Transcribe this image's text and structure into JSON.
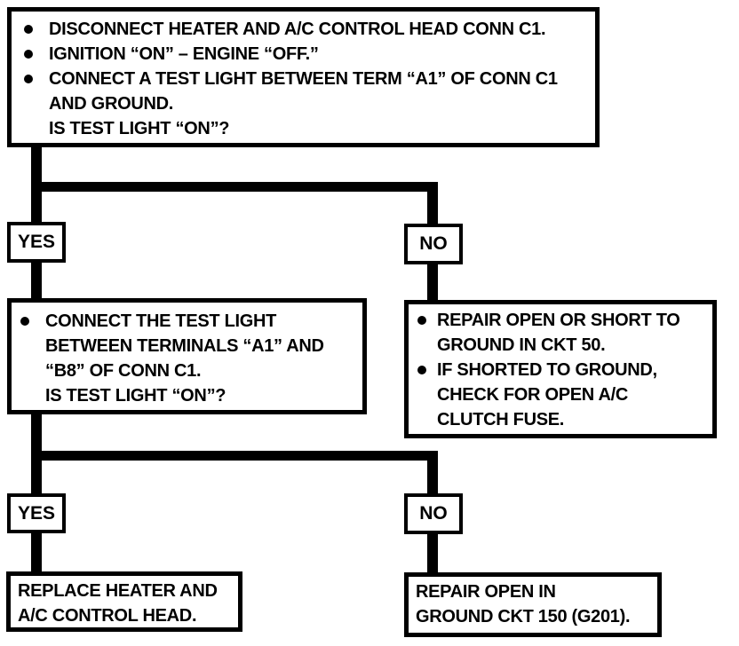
{
  "page": {
    "background": "#ffffff",
    "ink": "#000000"
  },
  "flowchart": {
    "step1": {
      "lines": [
        {
          "bullet": true,
          "text": "DISCONNECT HEATER AND A/C CONTROL HEAD CONN C1."
        },
        {
          "bullet": true,
          "text": "IGNITION “ON” – ENGINE “OFF.”"
        },
        {
          "bullet": true,
          "text": "CONNECT A TEST LIGHT BETWEEN TERM “A1” OF CONN C1"
        },
        {
          "bullet": false,
          "text": "AND GROUND."
        },
        {
          "bullet": false,
          "text": "IS TEST LIGHT “ON”?"
        }
      ]
    },
    "branch1": {
      "yes": "YES",
      "no": "NO"
    },
    "step2": {
      "lines": [
        {
          "bullet": true,
          "text": "CONNECT THE TEST LIGHT"
        },
        {
          "bullet": false,
          "text": "BETWEEN TERMINALS “A1” AND"
        },
        {
          "bullet": false,
          "text": "“B8” OF CONN C1."
        },
        {
          "bullet": false,
          "text": "IS TEST LIGHT “ON”?"
        }
      ]
    },
    "repair_open_short": {
      "lines": [
        {
          "bullet": true,
          "text": "REPAIR OPEN OR SHORT TO"
        },
        {
          "bullet": false,
          "text": "GROUND IN CKT 50."
        },
        {
          "bullet": true,
          "text": "IF SHORTED TO GROUND,"
        },
        {
          "bullet": false,
          "text": "CHECK FOR OPEN A/C"
        },
        {
          "bullet": false,
          "text": "CLUTCH FUSE."
        }
      ]
    },
    "branch2": {
      "yes": "YES",
      "no": "NO"
    },
    "replace_head": {
      "lines": [
        {
          "bullet": false,
          "text": "REPLACE HEATER AND"
        },
        {
          "bullet": false,
          "text": "A/C CONTROL HEAD."
        }
      ]
    },
    "repair_ground": {
      "lines": [
        {
          "bullet": false,
          "text": "REPAIR OPEN IN"
        },
        {
          "bullet": false,
          "text": "GROUND CKT 150 (G201)."
        }
      ]
    }
  }
}
